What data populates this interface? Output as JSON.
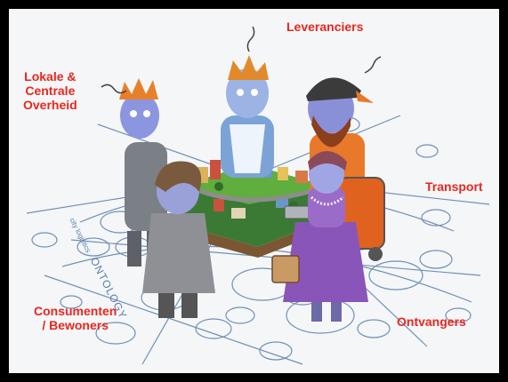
{
  "labels": {
    "leveranciers": "Leveranciers",
    "lokale_line1": "Lokale &",
    "lokale_line2": "Centrale",
    "lokale_line3": "Overheid",
    "transport": "Transport",
    "consumenten_line1": "Consumenten",
    "consumenten_line2": "/ Bewoners",
    "ontvangers": "Ontvangers"
  },
  "floor_text": {
    "small": "city logistics",
    "big": "ONTOLOGY"
  },
  "colors": {
    "label": "#e8271e",
    "network": "#5b7fa8",
    "background": "#f4f6f8",
    "frame": "#000000"
  }
}
